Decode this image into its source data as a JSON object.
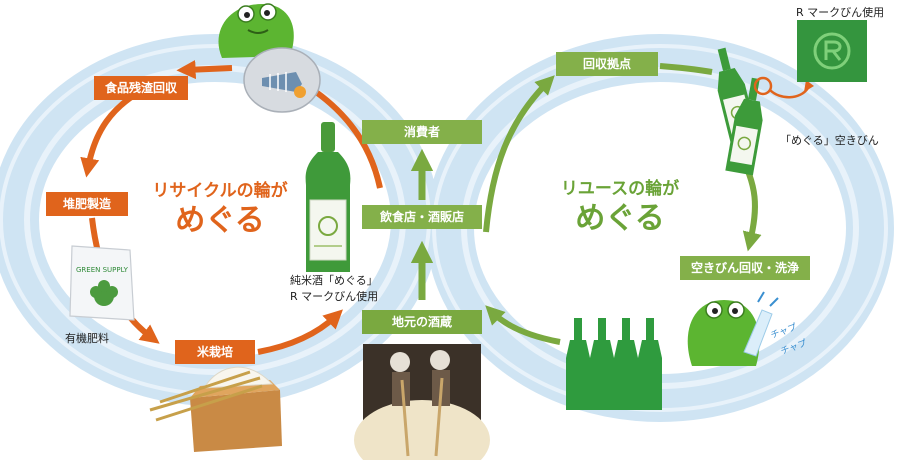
{
  "recycle_loop": {
    "title_line1": "リサイクルの輪が",
    "title_line2": "めぐる",
    "steps": {
      "food_waste_collection": "食品残渣回収",
      "compost_production": "堆肥製造",
      "rice_cultivation": "米栽培"
    },
    "organic_fertilizer_label": "有機肥料",
    "fertilizer_bag_text": "GREEN SUPPLY"
  },
  "reuse_loop": {
    "title_line1": "リユースの輪が",
    "title_line2": "めぐる",
    "steps": {
      "collection_point": "回収拠点",
      "bottle_washing": "空きびん回収・洗浄"
    },
    "r_mark_label": "R マークびん使用",
    "empty_bottle_label": "「めぐる」空きびん",
    "chap_line1": "チャプ",
    "chap_line2": "チャプ"
  },
  "center": {
    "consumer": "消費者",
    "restaurant_liquor_store": "飲食店・酒販店",
    "local_brewery": "地元の酒蔵",
    "product_label_line1": "純米酒「めぐる」",
    "product_label_line2": "R マークびん使用"
  },
  "colors": {
    "recycle_orange": "#e0641c",
    "reuse_green": "#7aa940",
    "ring_blue": "#cfe4f3",
    "character_green": "#5cb531"
  },
  "icons": {
    "frog_recycle": "frog-with-waste-bag-icon",
    "frog_reuse": "frog-washing-bottle-icon",
    "r_mark": "r-mark-icon"
  }
}
